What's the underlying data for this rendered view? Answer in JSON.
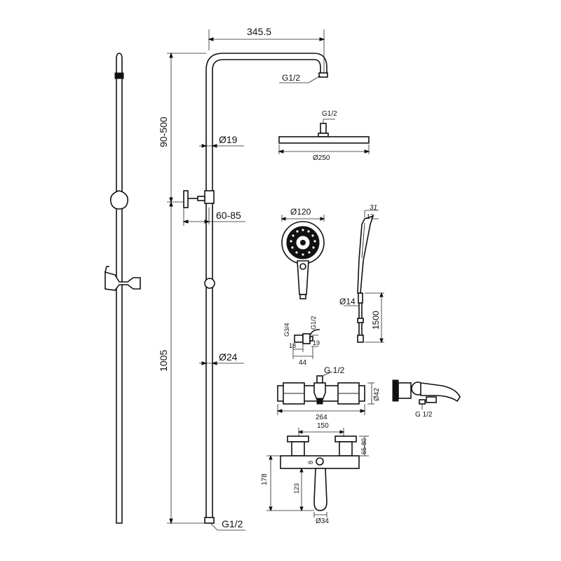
{
  "labels": {
    "width_top": "345.5",
    "g12_top": "G1/2",
    "height_upper": "90-500",
    "dia19": "Ø19",
    "dist_6085": "60-85",
    "height_main": "1005",
    "dia24": "Ø24",
    "g12_bottom": "G1/2",
    "head_g12": "G1/2",
    "head_dia": "Ø250",
    "hand_dia": "Ø120",
    "hand_side_31": "31",
    "hand_side_17": "17",
    "hose_dia": "Ø14",
    "hose_len": "1500",
    "conn_g34": "G3/4",
    "conn_g12": "G1/2",
    "conn_18": "18",
    "conn_19": "19",
    "conn_44": "44",
    "mixer_g12": "G 1/2",
    "mixer_dia42": "Ø42",
    "mixer_len": "264",
    "side_g12": "G 1/2",
    "bath_150": "150",
    "bath_6580": "65-80",
    "bath_8": "8",
    "bath_178": "178",
    "bath_123": "123",
    "bath_dia34": "Ø34"
  }
}
